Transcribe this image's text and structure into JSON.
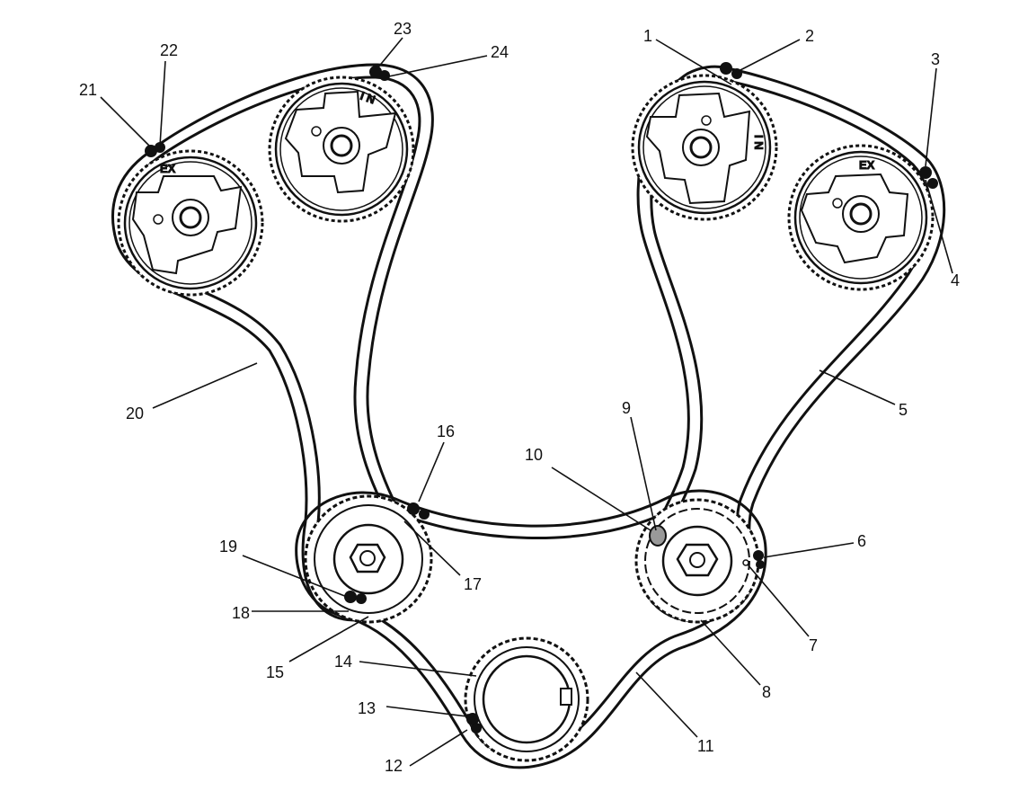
{
  "figure": {
    "background": "#ffffff",
    "ink": "#111111"
  },
  "callouts": [
    {
      "id": "1",
      "label": "1"
    },
    {
      "id": "2",
      "label": "2"
    },
    {
      "id": "3",
      "label": "3"
    },
    {
      "id": "4",
      "label": "4"
    },
    {
      "id": "5",
      "label": "5"
    },
    {
      "id": "6",
      "label": "6"
    },
    {
      "id": "7",
      "label": "7"
    },
    {
      "id": "8",
      "label": "8"
    },
    {
      "id": "9",
      "label": "9"
    },
    {
      "id": "10",
      "label": "10"
    },
    {
      "id": "11",
      "label": "11"
    },
    {
      "id": "12",
      "label": "12"
    },
    {
      "id": "13",
      "label": "13"
    },
    {
      "id": "14",
      "label": "14"
    },
    {
      "id": "15",
      "label": "15"
    },
    {
      "id": "16",
      "label": "16"
    },
    {
      "id": "17",
      "label": "17"
    },
    {
      "id": "18",
      "label": "18"
    },
    {
      "id": "19",
      "label": "19"
    },
    {
      "id": "20",
      "label": "20"
    },
    {
      "id": "21",
      "label": "21"
    },
    {
      "id": "22",
      "label": "22"
    },
    {
      "id": "23",
      "label": "23"
    },
    {
      "id": "24",
      "label": "24"
    }
  ],
  "sprocket_marks": {
    "left_exhaust": "EX",
    "left_intake": "I N",
    "right_intake": "I N",
    "right_exhaust": "EX"
  }
}
